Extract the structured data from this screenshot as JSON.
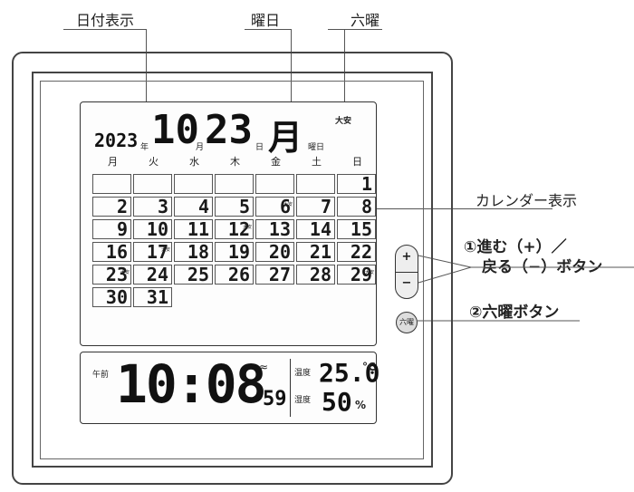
{
  "callouts": {
    "date_display": "日付表示",
    "weekday": "曜日",
    "rokuyo": "六曜",
    "calendar_display": "カレンダー表示",
    "plus_minus_line1": "①進む（+）／",
    "plus_minus_line2": "戻る（−）ボタン",
    "rokuyo_button": "②六曜ボタン"
  },
  "date_lcd": {
    "year": "2023",
    "year_unit": "年",
    "month": "10",
    "month_unit": "月",
    "day": "23",
    "day_unit": "日",
    "weekday_char": "月",
    "weekday_unit": "曜日",
    "rokuyo_value": "大安"
  },
  "calendar": {
    "weekdays": [
      "月",
      "火",
      "水",
      "木",
      "金",
      "土",
      "日"
    ],
    "rows": [
      [
        "",
        "",
        "",
        "",
        "",
        "",
        "1"
      ],
      [
        "2",
        "3",
        "4",
        "5",
        "6",
        "7",
        "8"
      ],
      [
        "9",
        "10",
        "11",
        "12",
        "13",
        "14",
        "15"
      ],
      [
        "16",
        "17",
        "18",
        "19",
        "20",
        "21",
        "22"
      ],
      [
        "23",
        "24",
        "25",
        "26",
        "27",
        "28",
        "29"
      ],
      [
        "30",
        "31",
        "",
        "",
        "",
        "",
        ""
      ]
    ],
    "taian_tag": "大安"
  },
  "clock_lcd": {
    "ampm": "午前",
    "time": "10:08",
    "seconds": "59",
    "temp_label": "温度",
    "temp_value": "25.0",
    "temp_unit": "°C",
    "humidity_label": "湿度",
    "humidity_value": "50",
    "humidity_unit": "%"
  },
  "buttons": {
    "plus": "+",
    "minus": "−",
    "rokuyo": "六曜"
  }
}
